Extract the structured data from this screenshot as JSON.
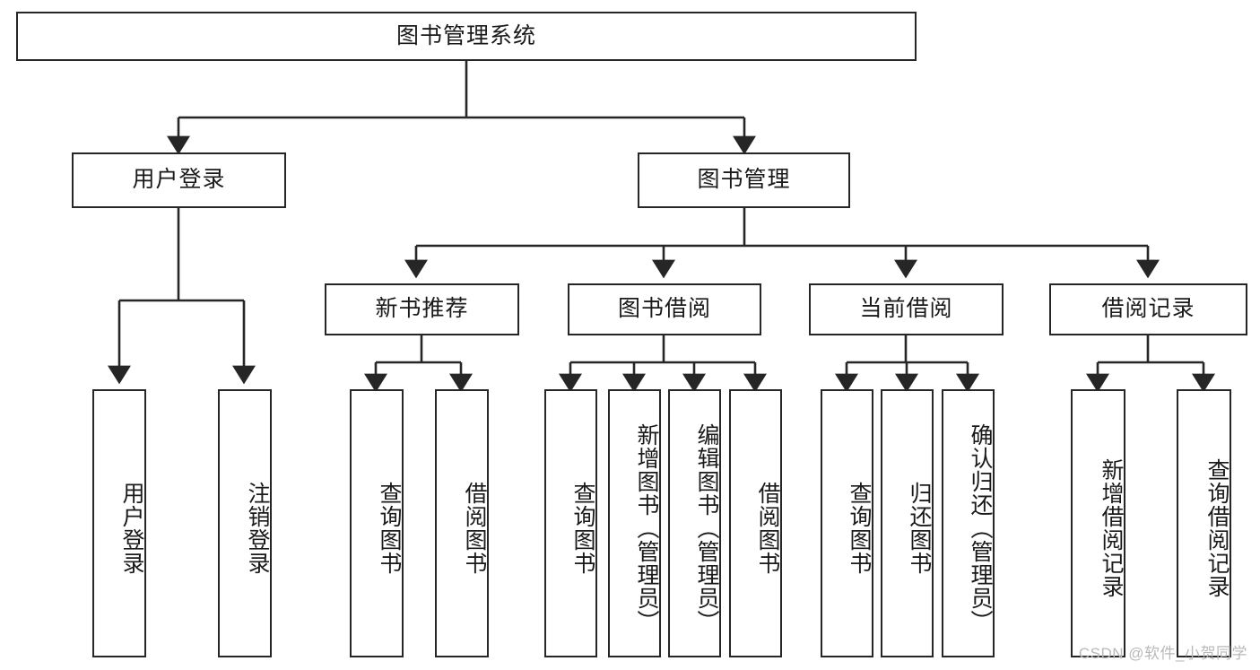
{
  "diagram": {
    "type": "tree",
    "title": "图书管理系统",
    "watermark": "CSDN @软件_小贺同学",
    "colors": {
      "stroke": "#262626",
      "fill": "#ffffff",
      "text": "#1a1a1a",
      "watermark": "#b9b9b9"
    },
    "nodes": {
      "root": {
        "label": "图书管理系统",
        "level": 1
      },
      "l2": [
        {
          "label": "用户登录",
          "level": 2
        },
        {
          "label": "图书管理",
          "level": 2
        }
      ],
      "l3": [
        {
          "label": "新书推荐",
          "level": 3
        },
        {
          "label": "图书借阅",
          "level": 3
        },
        {
          "label": "当前借阅",
          "level": 3
        },
        {
          "label": "借阅记录",
          "level": 3
        }
      ],
      "leaves": [
        {
          "label": "用户登录",
          "parent": "用户登录"
        },
        {
          "label": "注销登录",
          "parent": "用户登录"
        },
        {
          "label": "查询图书",
          "parent": "新书推荐"
        },
        {
          "label": "借阅图书",
          "parent": "新书推荐"
        },
        {
          "label": "查询图书",
          "parent": "图书借阅"
        },
        {
          "label": "新增图书（管理员）",
          "parent": "图书借阅"
        },
        {
          "label": "编辑图书（管理员）",
          "parent": "图书借阅"
        },
        {
          "label": "借阅图书",
          "parent": "图书借阅"
        },
        {
          "label": "查询图书",
          "parent": "当前借阅"
        },
        {
          "label": "归还图书",
          "parent": "当前借阅"
        },
        {
          "label": "确认归还（管理员）",
          "parent": "当前借阅"
        },
        {
          "label": "新增借阅记录",
          "parent": "借阅记录"
        },
        {
          "label": "查询借阅记录",
          "parent": "借阅记录"
        }
      ]
    }
  }
}
